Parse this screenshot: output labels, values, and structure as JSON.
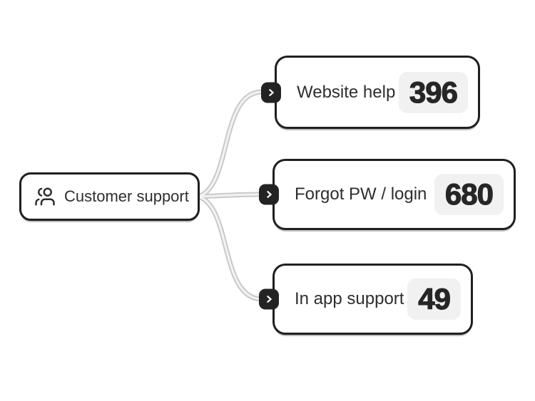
{
  "diagram": {
    "root": {
      "label": "Customer support",
      "icon": "users-icon"
    },
    "children": [
      {
        "label": "Website help",
        "count": "396"
      },
      {
        "label": "Forgot PW / login",
        "count": "680"
      },
      {
        "label": "In app support",
        "count": "49"
      }
    ]
  },
  "colors": {
    "canvas_background": "#ffffff",
    "node_border": "#1f1f1f",
    "node_background": "#ffffff",
    "label_text": "#2e2e2e",
    "count_text": "#262626",
    "badge_background": "#f1f1f1",
    "connector_outer": "#c9c9c9",
    "connector_core": "#f3f3f3",
    "tab_background": "#232323",
    "tab_chevron": "#ffffff"
  }
}
